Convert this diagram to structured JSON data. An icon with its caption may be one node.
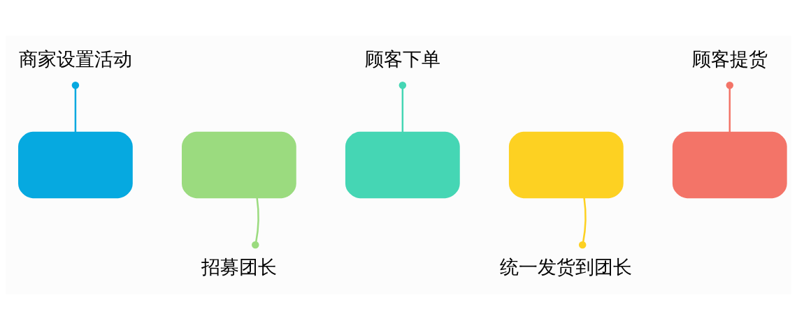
{
  "diagram": {
    "nodes": [
      {
        "text": [],
        "shape": "box"
      },
      {
        "text": [],
        "shape": "box"
      },
      {
        "text": [],
        "shape": "box"
      },
      {
        "text": [],
        "shape": "box"
      },
      {
        "text": [],
        "shape": "box"
      },
      {
        "text": [
          "商家设置活动"
        ]
      },
      {
        "text": [
          "招募团长"
        ]
      },
      {
        "text": [
          "顾客下单"
        ]
      },
      {
        "text": [
          "统一发货到团长"
        ]
      },
      {
        "text": [
          "顾客提货"
        ]
      }
    ],
    "edges": [
      {
        "from": 5,
        "to": 0,
        "arrow": "other",
        "color": "#06a9e0"
      },
      {
        "from": 6,
        "to": 1,
        "arrow": "other",
        "color": "#9bdb7f"
      },
      {
        "from": 7,
        "to": 2,
        "arrow": "other",
        "color": "#45d6b4"
      },
      {
        "from": 8,
        "to": 3,
        "arrow": "other",
        "color": "#fdd122"
      },
      {
        "from": 9,
        "to": 4,
        "arrow": "other",
        "color": "#f37468"
      }
    ]
  }
}
